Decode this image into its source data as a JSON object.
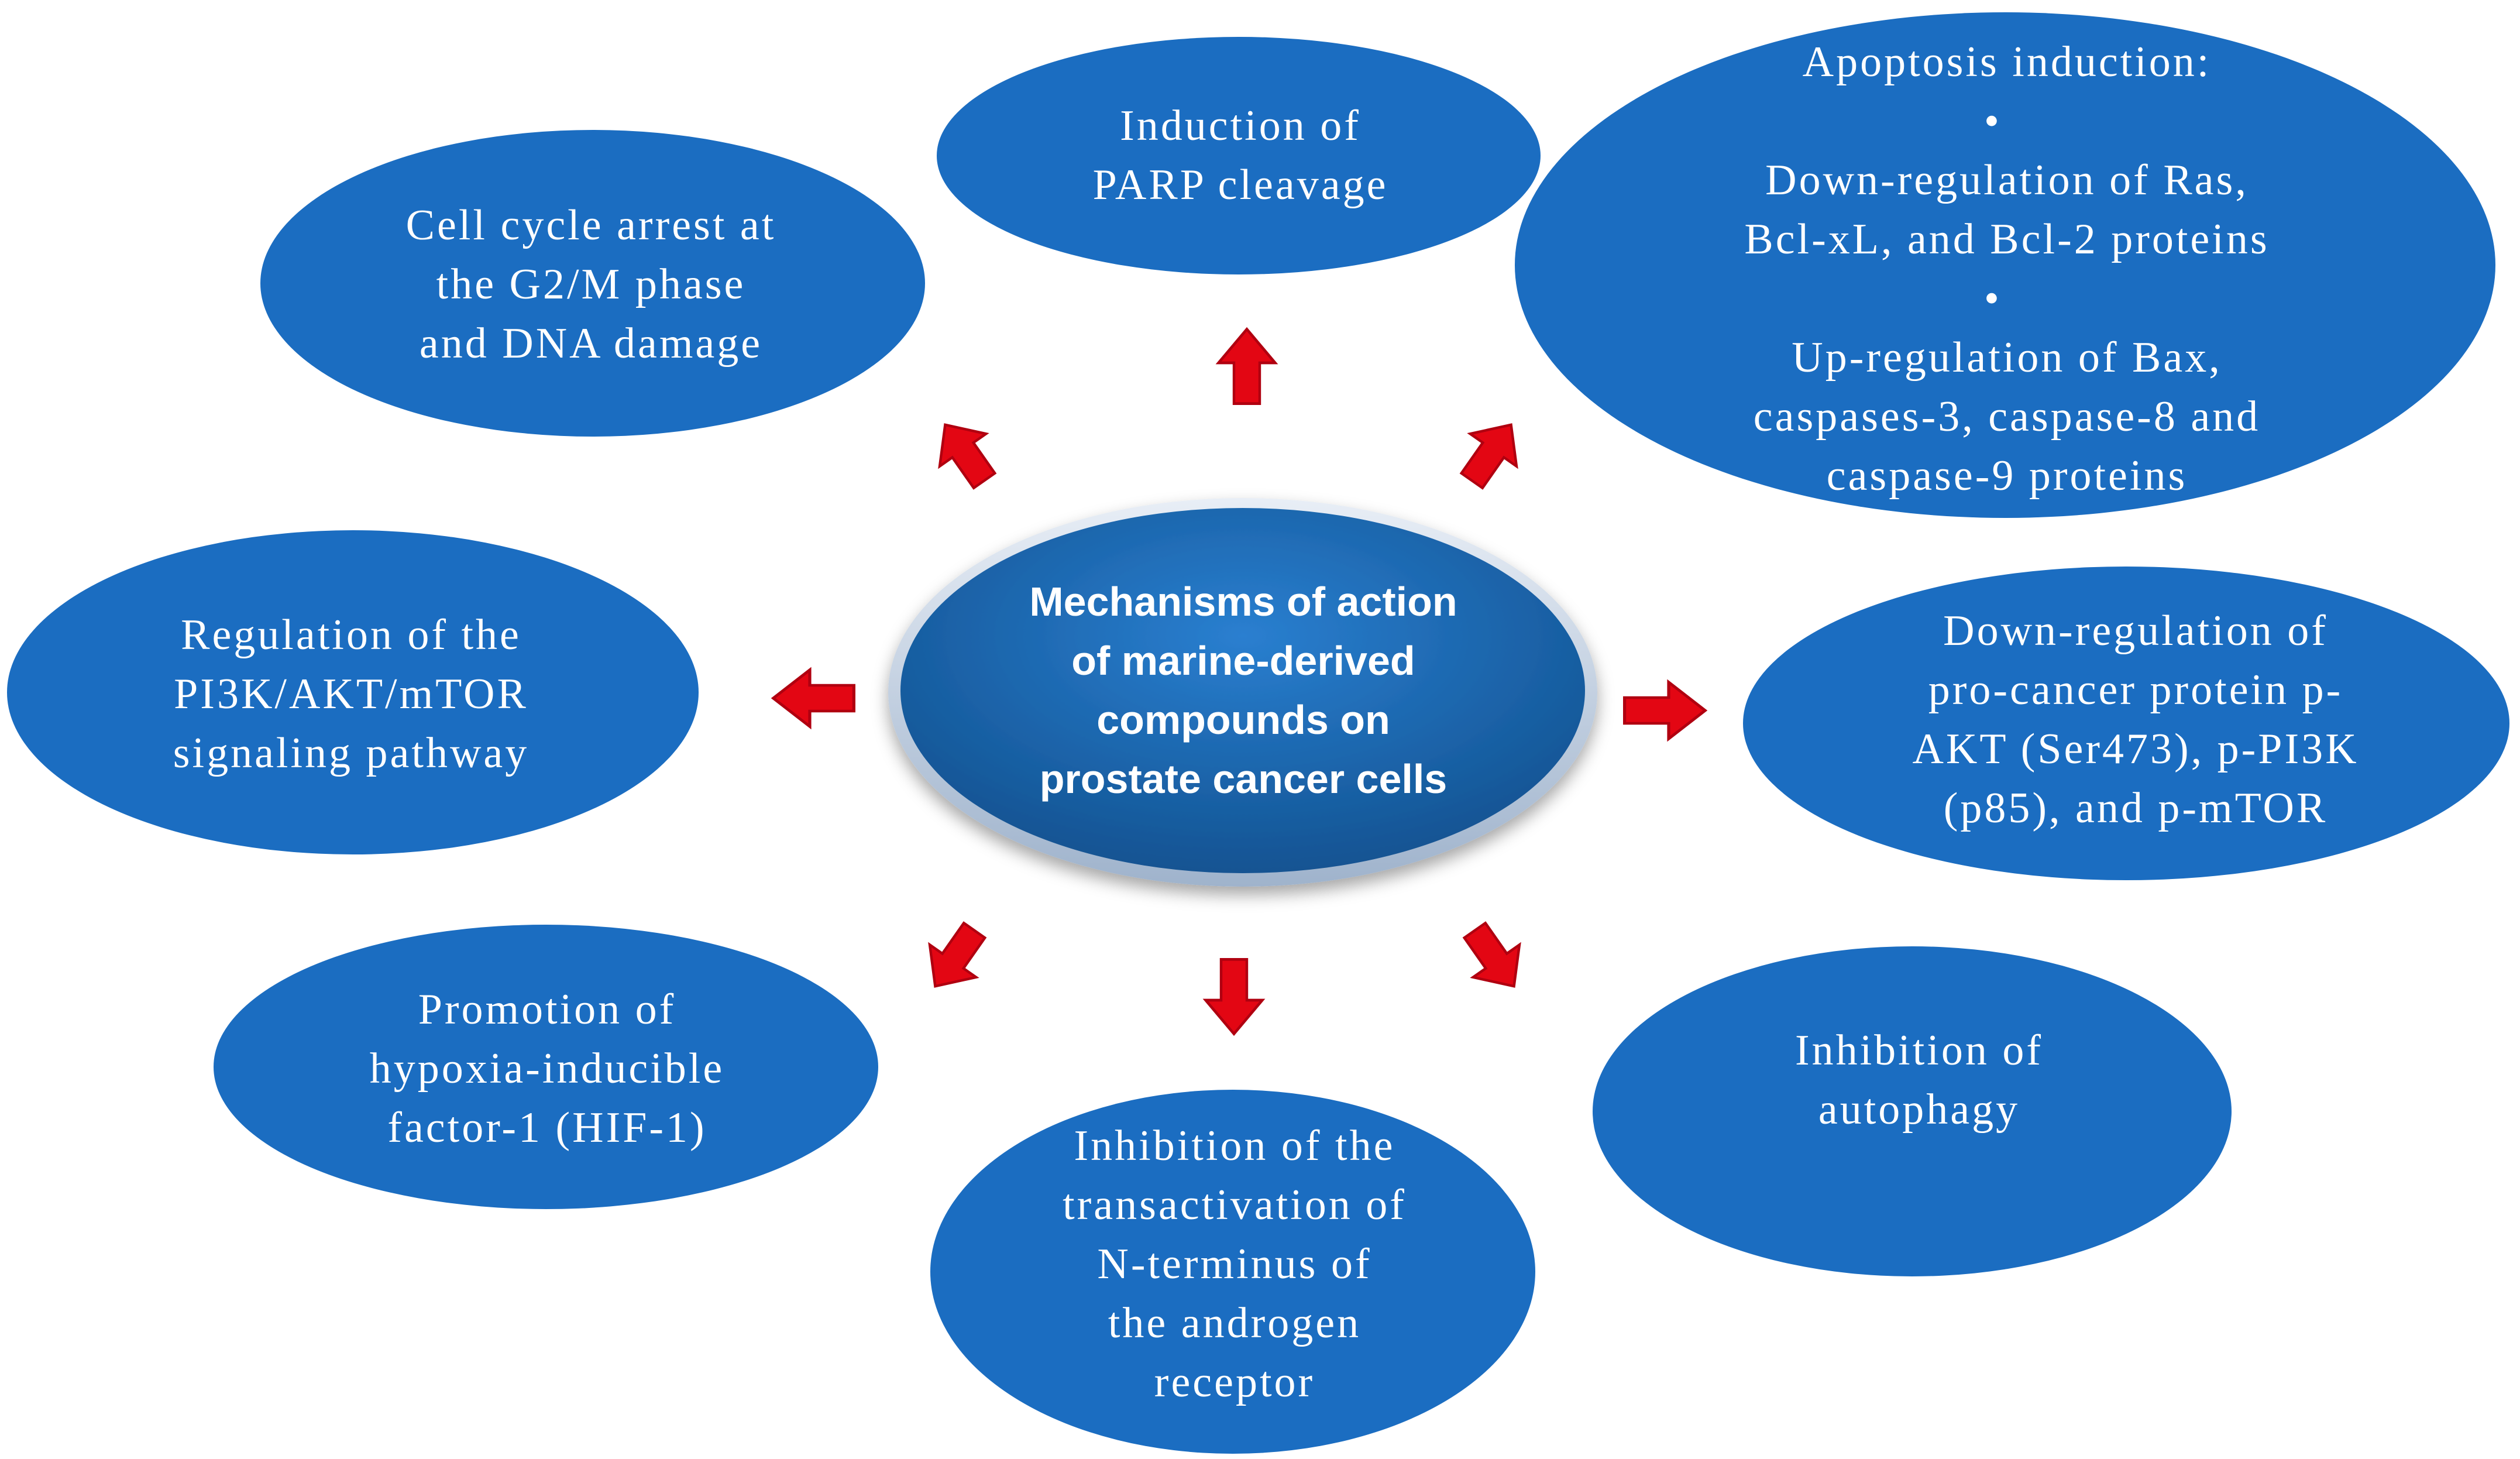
{
  "colors": {
    "oval_fill": "#1B6DC1",
    "center_fill": "#1E64A8",
    "arrow_fill": "#E30613",
    "text": "#FFFFFF"
  },
  "center": {
    "lines": [
      "Mechanisms of action",
      "of marine-derived",
      "compounds on",
      "prostate cancer cells"
    ]
  },
  "mechanisms": {
    "parp": {
      "lines": [
        "Induction of",
        "PARP cleavage"
      ]
    },
    "cell_cycle": {
      "lines": [
        "Cell cycle arrest at",
        "the G2/M  phase",
        "and DNA damage"
      ]
    },
    "apoptosis": {
      "heading": "Apoptosis induction:",
      "bullet_symbol": "•",
      "bullets": [
        {
          "lines": [
            "Down-regulation of Ras,",
            "Bcl-xL, and Bcl-2 proteins"
          ]
        },
        {
          "lines": [
            "Up-regulation of Bax,",
            "caspases-3, caspase-8 and",
            "caspase-9 proteins"
          ]
        }
      ]
    },
    "pi3k": {
      "lines": [
        "Regulation of the",
        "PI3K/AKT/mTOR",
        "signaling pathway"
      ]
    },
    "downreg": {
      "lines": [
        "Down-regulation of",
        "pro-cancer protein p-",
        "AKT (Ser473), p-PI3K",
        "(p85), and p-mTOR"
      ]
    },
    "hif": {
      "lines": [
        "Promotion of",
        "hypoxia-inducible",
        "factor-1 (HIF-1)"
      ]
    },
    "autophagy": {
      "lines": [
        "Inhibition of",
        "autophagy"
      ]
    },
    "androgen": {
      "lines": [
        "Inhibition of the",
        "transactivation of",
        "N-terminus of",
        "the androgen",
        "receptor"
      ]
    }
  }
}
